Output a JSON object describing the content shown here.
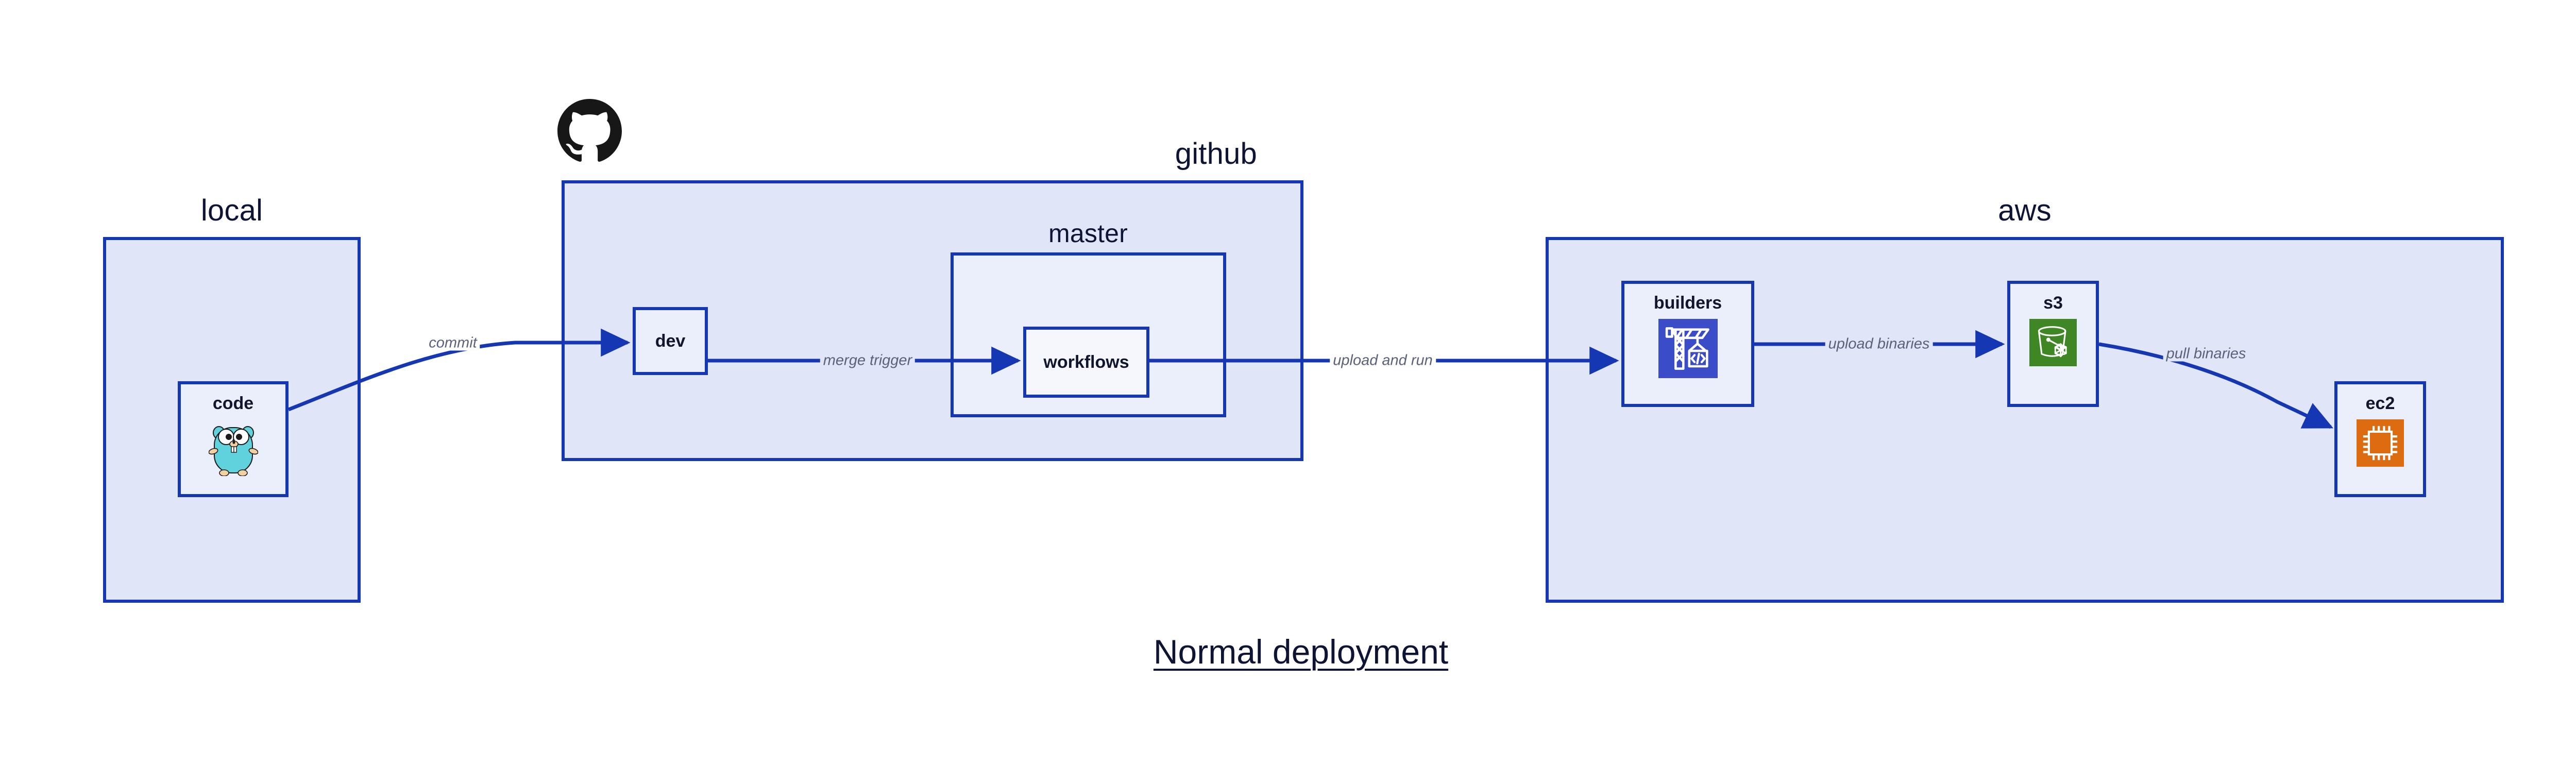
{
  "diagram": {
    "title": "Normal deployment",
    "accent_border": "#1637b4",
    "group_fill": "#e0e6f8",
    "node_fill": "#eaeffb",
    "node_fill_light": "#f5f7fd",
    "label_color": "#59627a",
    "text_color": "#0e1433"
  },
  "groups": [
    {
      "id": "local",
      "label": "local"
    },
    {
      "id": "github",
      "label": "github"
    },
    {
      "id": "master",
      "label": "master"
    },
    {
      "id": "aws",
      "label": "aws"
    }
  ],
  "nodes": [
    {
      "id": "code",
      "label": "code",
      "icon": "go-gopher-icon",
      "group": "local"
    },
    {
      "id": "dev",
      "label": "dev",
      "icon": null,
      "group": "github"
    },
    {
      "id": "workflows",
      "label": "workflows",
      "icon": null,
      "group": "master"
    },
    {
      "id": "builders",
      "label": "builders",
      "icon": "crane-code-icon",
      "group": "aws"
    },
    {
      "id": "s3",
      "label": "s3",
      "icon": "s3-bucket-icon",
      "group": "aws"
    },
    {
      "id": "ec2",
      "label": "ec2",
      "icon": "cpu-chip-icon",
      "group": "aws"
    }
  ],
  "edges": [
    {
      "id": "commit",
      "label": "commit",
      "from": "code",
      "to": "dev"
    },
    {
      "id": "merge-trigger",
      "label": "merge trigger",
      "from": "dev",
      "to": "workflows"
    },
    {
      "id": "upload-run",
      "label": "upload and run",
      "from": "workflows",
      "to": "builders"
    },
    {
      "id": "upload-bin",
      "label": "upload binaries",
      "from": "builders",
      "to": "s3"
    },
    {
      "id": "pull-bin",
      "label": "pull binaries",
      "from": "s3",
      "to": "ec2"
    }
  ],
  "logos": [
    {
      "id": "github-mark",
      "name": "github-octocat-icon"
    }
  ],
  "icon_colors": {
    "builders_bg": "#3b4cc8",
    "s3_bg": "#3f8624",
    "ec2_bg": "#dd6b10",
    "gopher_body": "#5fd2dd",
    "github_mark": "#181717"
  }
}
